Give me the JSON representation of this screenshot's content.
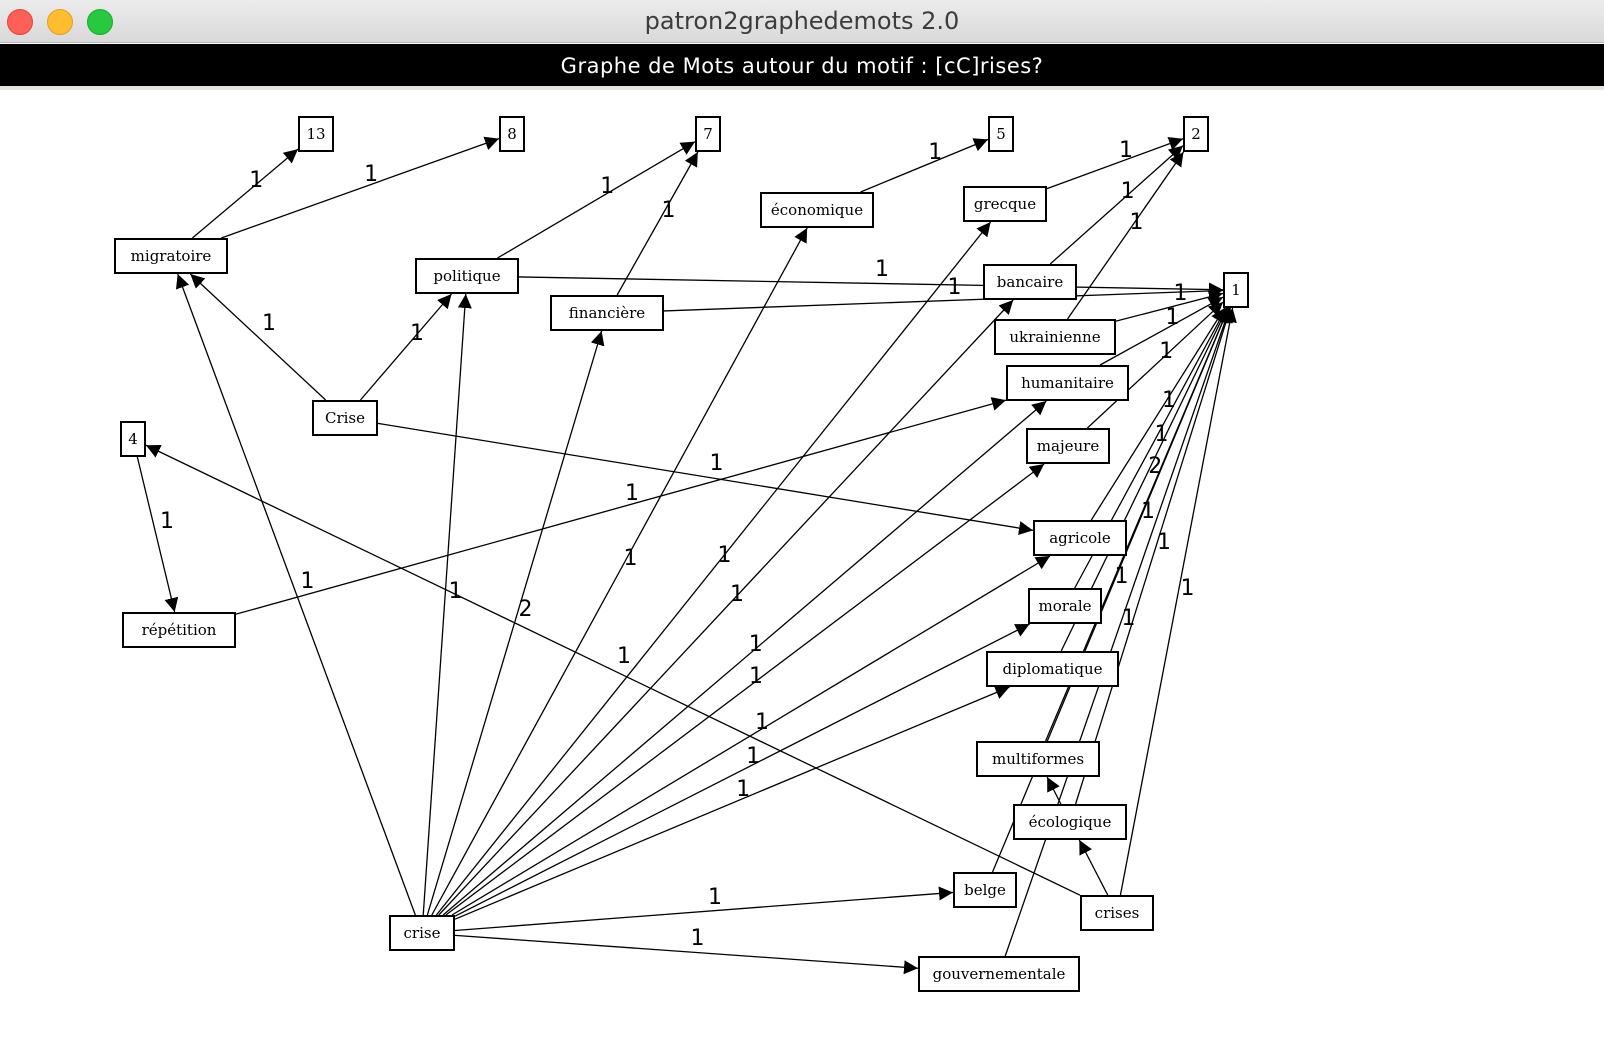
{
  "window": {
    "title": "patron2graphedemots 2.0"
  },
  "banner": {
    "text": "Graphe de Mots autour du motif : [cC]rises?"
  },
  "nodes": {
    "n13": "13",
    "n8": "8",
    "n7": "7",
    "n5": "5",
    "n2": "2",
    "n1": "1",
    "n4": "4",
    "economique": "économique",
    "grecque": "grecque",
    "migratoire": "migratoire",
    "politique": "politique",
    "financiere": "financière",
    "bancaire": "bancaire",
    "ukrainienne": "ukrainienne",
    "humanitaire": "humanitaire",
    "Crise": "Crise",
    "majeure": "majeure",
    "agricole": "agricole",
    "repetition": "répétition",
    "morale": "morale",
    "diplomatique": "diplomatique",
    "multiformes": "multiformes",
    "ecologique": "écologique",
    "belge": "belge",
    "crises": "crises",
    "crise": "crise",
    "gouvernementale": "gouvernementale"
  },
  "edges": [
    {
      "from": "migratoire",
      "to": "n13",
      "label": "1"
    },
    {
      "from": "migratoire",
      "to": "n8",
      "label": "1"
    },
    {
      "from": "politique",
      "to": "n7",
      "label": "1"
    },
    {
      "from": "financiere",
      "to": "n7",
      "label": "1"
    },
    {
      "from": "economique",
      "to": "n5",
      "label": "1"
    },
    {
      "from": "grecque",
      "to": "n2",
      "label": "1"
    },
    {
      "from": "bancaire",
      "to": "n2",
      "label": "1"
    },
    {
      "from": "ukrainienne",
      "to": "n2",
      "label": "1"
    },
    {
      "from": "politique",
      "to": "n1",
      "label": "1"
    },
    {
      "from": "financiere",
      "to": "n1",
      "label": "1"
    },
    {
      "from": "ukrainienne",
      "to": "n1",
      "label": "1"
    },
    {
      "from": "humanitaire",
      "to": "n1",
      "label": "1"
    },
    {
      "from": "majeure",
      "to": "n1",
      "label": "1"
    },
    {
      "from": "agricole",
      "to": "n1",
      "label": "1"
    },
    {
      "from": "morale",
      "to": "n1",
      "label": "1"
    },
    {
      "from": "diplomatique",
      "to": "n1",
      "label": "2"
    },
    {
      "from": "multiformes",
      "to": "n1",
      "label": "1"
    },
    {
      "from": "ecologique",
      "to": "n1",
      "label": "1"
    },
    {
      "from": "belge",
      "to": "n1",
      "label": "1"
    },
    {
      "from": "crises",
      "to": "n1",
      "label": "1"
    },
    {
      "from": "gouvernementale",
      "to": "n1",
      "label": "1"
    },
    {
      "from": "Crise",
      "to": "migratoire",
      "label": "1"
    },
    {
      "from": "Crise",
      "to": "politique",
      "label": "1"
    },
    {
      "from": "Crise",
      "to": "agricole",
      "label": "1"
    },
    {
      "from": "n4",
      "to": "repetition",
      "label": "1"
    },
    {
      "from": "repetition",
      "to": "humanitaire",
      "label": "1"
    },
    {
      "from": "crises",
      "to": "n4",
      "label": "1"
    },
    {
      "from": "crises",
      "to": "ecologique",
      "label": ""
    },
    {
      "from": "crise",
      "to": "migratoire",
      "label": "1"
    },
    {
      "from": "crise",
      "to": "politique",
      "label": "1"
    },
    {
      "from": "crise",
      "to": "financiere",
      "label": "2"
    },
    {
      "from": "crise",
      "to": "economique",
      "label": "1"
    },
    {
      "from": "crise",
      "to": "grecque",
      "label": "1"
    },
    {
      "from": "crise",
      "to": "bancaire",
      "label": "1"
    },
    {
      "from": "crise",
      "to": "humanitaire",
      "label": "1"
    },
    {
      "from": "crise",
      "to": "majeure",
      "label": "1"
    },
    {
      "from": "crise",
      "to": "agricole",
      "label": "1"
    },
    {
      "from": "crise",
      "to": "morale",
      "label": "1"
    },
    {
      "from": "crise",
      "to": "diplomatique",
      "label": "1"
    },
    {
      "from": "crise",
      "to": "belge",
      "label": "1"
    },
    {
      "from": "crise",
      "to": "gouvernementale",
      "label": "1"
    },
    {
      "from": "ecologique",
      "to": "multiformes",
      "label": ""
    }
  ]
}
